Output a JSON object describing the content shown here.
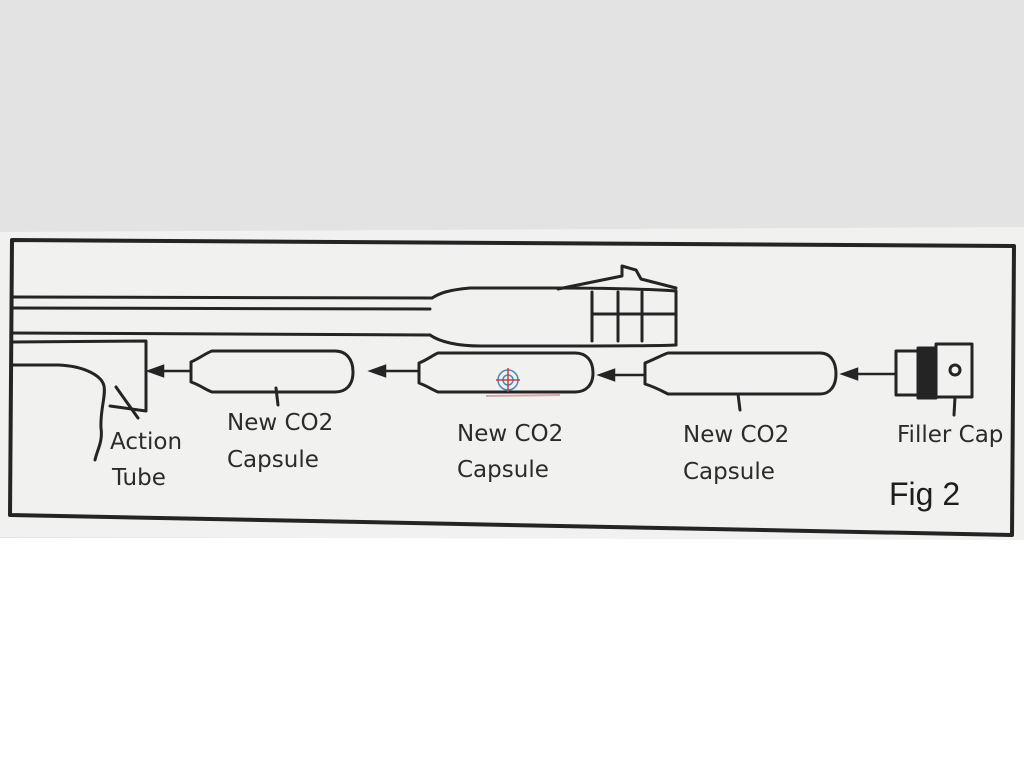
{
  "diagram": {
    "labels": {
      "action_tube": [
        "Action",
        "Tube"
      ],
      "capsule_left": [
        "New CO2",
        "Capsule"
      ],
      "capsule_middle": [
        "New CO2",
        "Capsule"
      ],
      "capsule_right": [
        "New CO2",
        "Capsule"
      ],
      "filler_cap": "Filler Cap"
    },
    "figure_caption": "Fig 2"
  },
  "colors": {
    "backdrop": "#e2e3e2",
    "paper": "#f1f2f0",
    "ink": "#242424"
  }
}
